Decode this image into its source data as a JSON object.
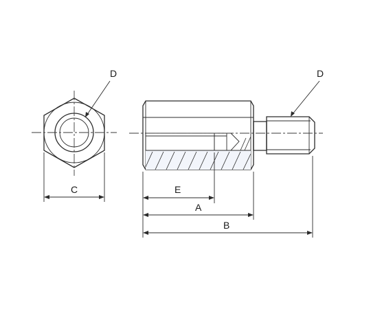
{
  "labels": {
    "front_thread": "D",
    "side_thread": "D",
    "across_flats": "C",
    "thread_depth": "E",
    "body_length": "A",
    "overall_length": "B"
  },
  "colors": {
    "line": "#2b2b2b",
    "metal_light": "#eef2f9",
    "metal_mid": "#c9d4e8",
    "metal_dark": "#9fb0cf",
    "background": "#ffffff"
  }
}
